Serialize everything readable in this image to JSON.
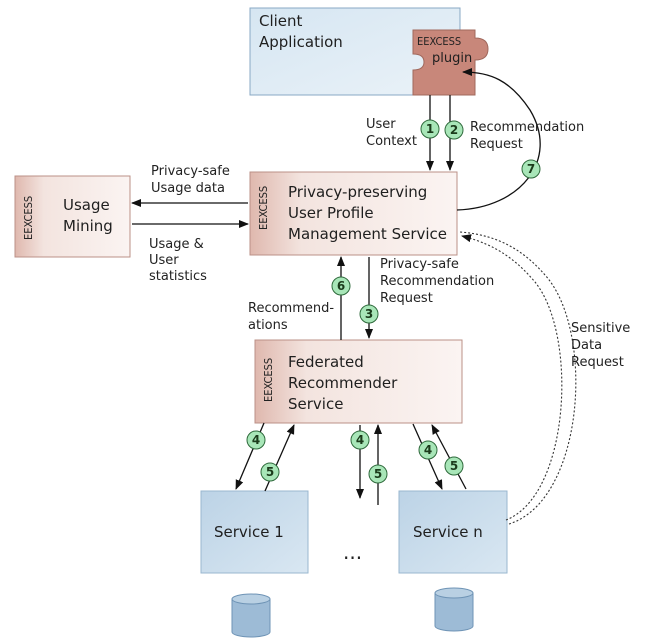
{
  "client_app": {
    "line1": "Client",
    "line2": "Application",
    "plugin_tag": "EEXCESS",
    "plugin_label": "plugin"
  },
  "privacy_service": {
    "tag": "EEXCESS",
    "line1": "Privacy-preserving",
    "line2": "User Profile",
    "line3": "Management Service"
  },
  "usage_mining": {
    "tag": "EEXCESS",
    "line1": "Usage",
    "line2": "Mining"
  },
  "federated_service": {
    "tag": "EEXCESS",
    "line1": "Federated",
    "line2": "Recommender",
    "line3": "Service"
  },
  "service1": {
    "label": "Service 1"
  },
  "service_n": {
    "label": "Service n"
  },
  "ellipsis": "...",
  "labels": {
    "user_context": [
      "User",
      "Context"
    ],
    "recommendation_request": [
      "Recommendation",
      "Request"
    ],
    "privacy_safe_usage": [
      "Privacy-safe",
      "Usage data"
    ],
    "usage_stats": [
      "Usage &",
      "User",
      "statistics"
    ],
    "privacy_safe_rec": [
      "Privacy-safe",
      "Recommendation",
      "Request"
    ],
    "recommendations": [
      "Recommend-",
      "ations"
    ],
    "sensitive_data": [
      "Sensitive",
      "Data",
      "Request"
    ]
  },
  "steps": {
    "s1": "1",
    "s2": "2",
    "s3": "3",
    "s4": "4",
    "s5": "5",
    "s6": "6",
    "s7": "7"
  },
  "colors": {
    "client_fill": "#d8e6f0",
    "client_stroke": "#88a8c4",
    "eexcess_fill": "#e8cdc6",
    "eexcess_stroke": "#bb9087",
    "plugin_fill": "#c8877a",
    "service_fill": "#c4d8e8",
    "step_fill": "#a8e6b8",
    "step_stroke": "#2f6a3c",
    "db_fill": "#9dbbd6"
  }
}
